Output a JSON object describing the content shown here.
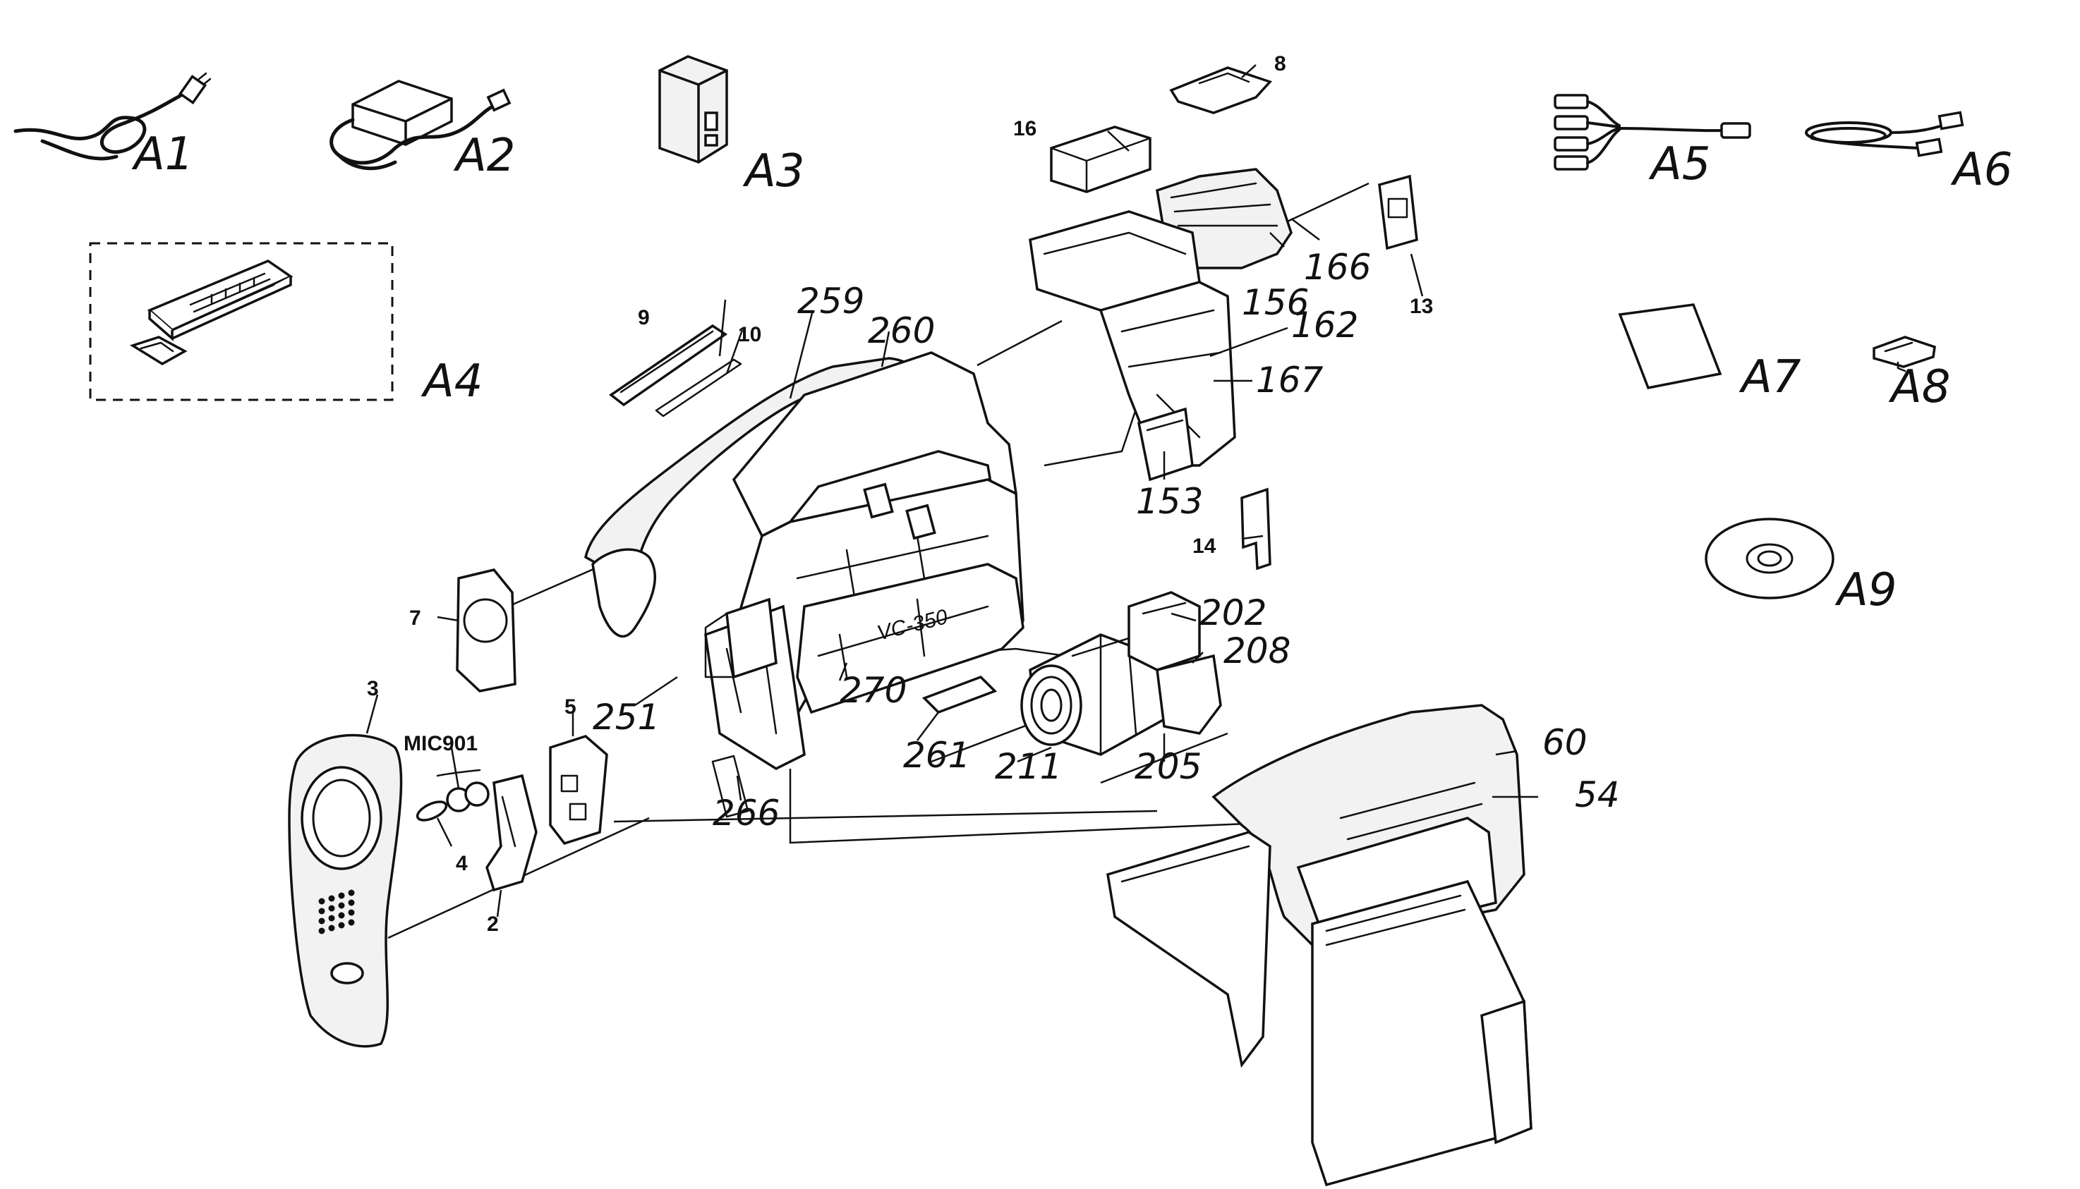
{
  "diagram": {
    "accessory_labels": {
      "a1": "A1",
      "a2": "A2",
      "a3": "A3",
      "a4": "A4",
      "a5": "A5",
      "a6": "A6",
      "a7": "A7",
      "a8": "A8",
      "a9": "A9"
    },
    "part_labels": {
      "p2": "2",
      "p3": "3",
      "p4": "4",
      "p5": "5",
      "p7": "7",
      "p8": "8",
      "p9": "9",
      "p10": "10",
      "p13": "13",
      "p14": "14",
      "p16": "16",
      "p54": "54",
      "p60": "60",
      "p153": "153",
      "p156": "156",
      "p162": "162",
      "p166": "166",
      "p167": "167",
      "p202": "202",
      "p205": "205",
      "p208": "208",
      "p211": "211",
      "p251": "251",
      "p259": "259",
      "p260": "260",
      "p261": "261",
      "p266": "266",
      "p270": "270",
      "mic901": "MIC901"
    },
    "chassis_marking": "VC-350"
  }
}
